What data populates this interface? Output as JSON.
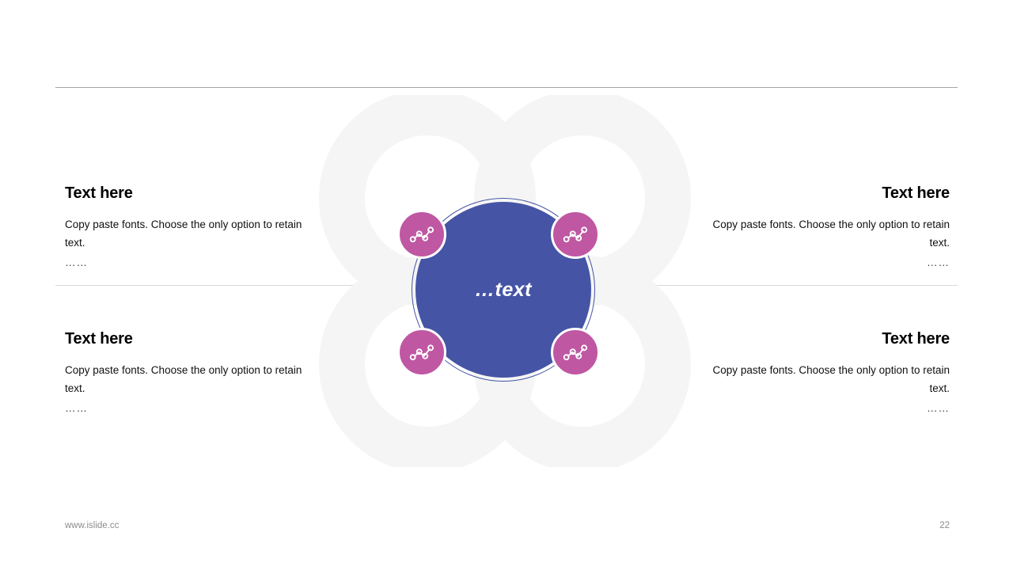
{
  "slide": {
    "center": {
      "label": "…text",
      "disc_color": "#4554a4",
      "node_color": "#bf57a3",
      "node_icon": "line-chart-icon",
      "node_count": 4
    },
    "background": {
      "petal_color": "#f5f5f5",
      "petal_count": 4,
      "shape": "cloverleaf-rings"
    },
    "dividers": {
      "top_color": "#a6a6a6",
      "middle_color": "#d9d9d9"
    },
    "blocks": [
      {
        "id": "top-left",
        "heading": "Text here",
        "body": "Copy paste fonts. Choose the only option to retain text.",
        "dots": "……",
        "align": "left"
      },
      {
        "id": "bottom-left",
        "heading": "Text here",
        "body": "Copy paste fonts. Choose the only option to retain text.",
        "dots": "……",
        "align": "left"
      },
      {
        "id": "top-right",
        "heading": "Text here",
        "body": "Copy paste fonts. Choose the only option to retain text.",
        "dots": "……",
        "align": "right"
      },
      {
        "id": "bottom-right",
        "heading": "Text here",
        "body": "Copy paste fonts. Choose the only option to retain text.",
        "dots": "……",
        "align": "right"
      }
    ],
    "footer": {
      "url": "www.islide.cc",
      "page_number": "22"
    }
  }
}
